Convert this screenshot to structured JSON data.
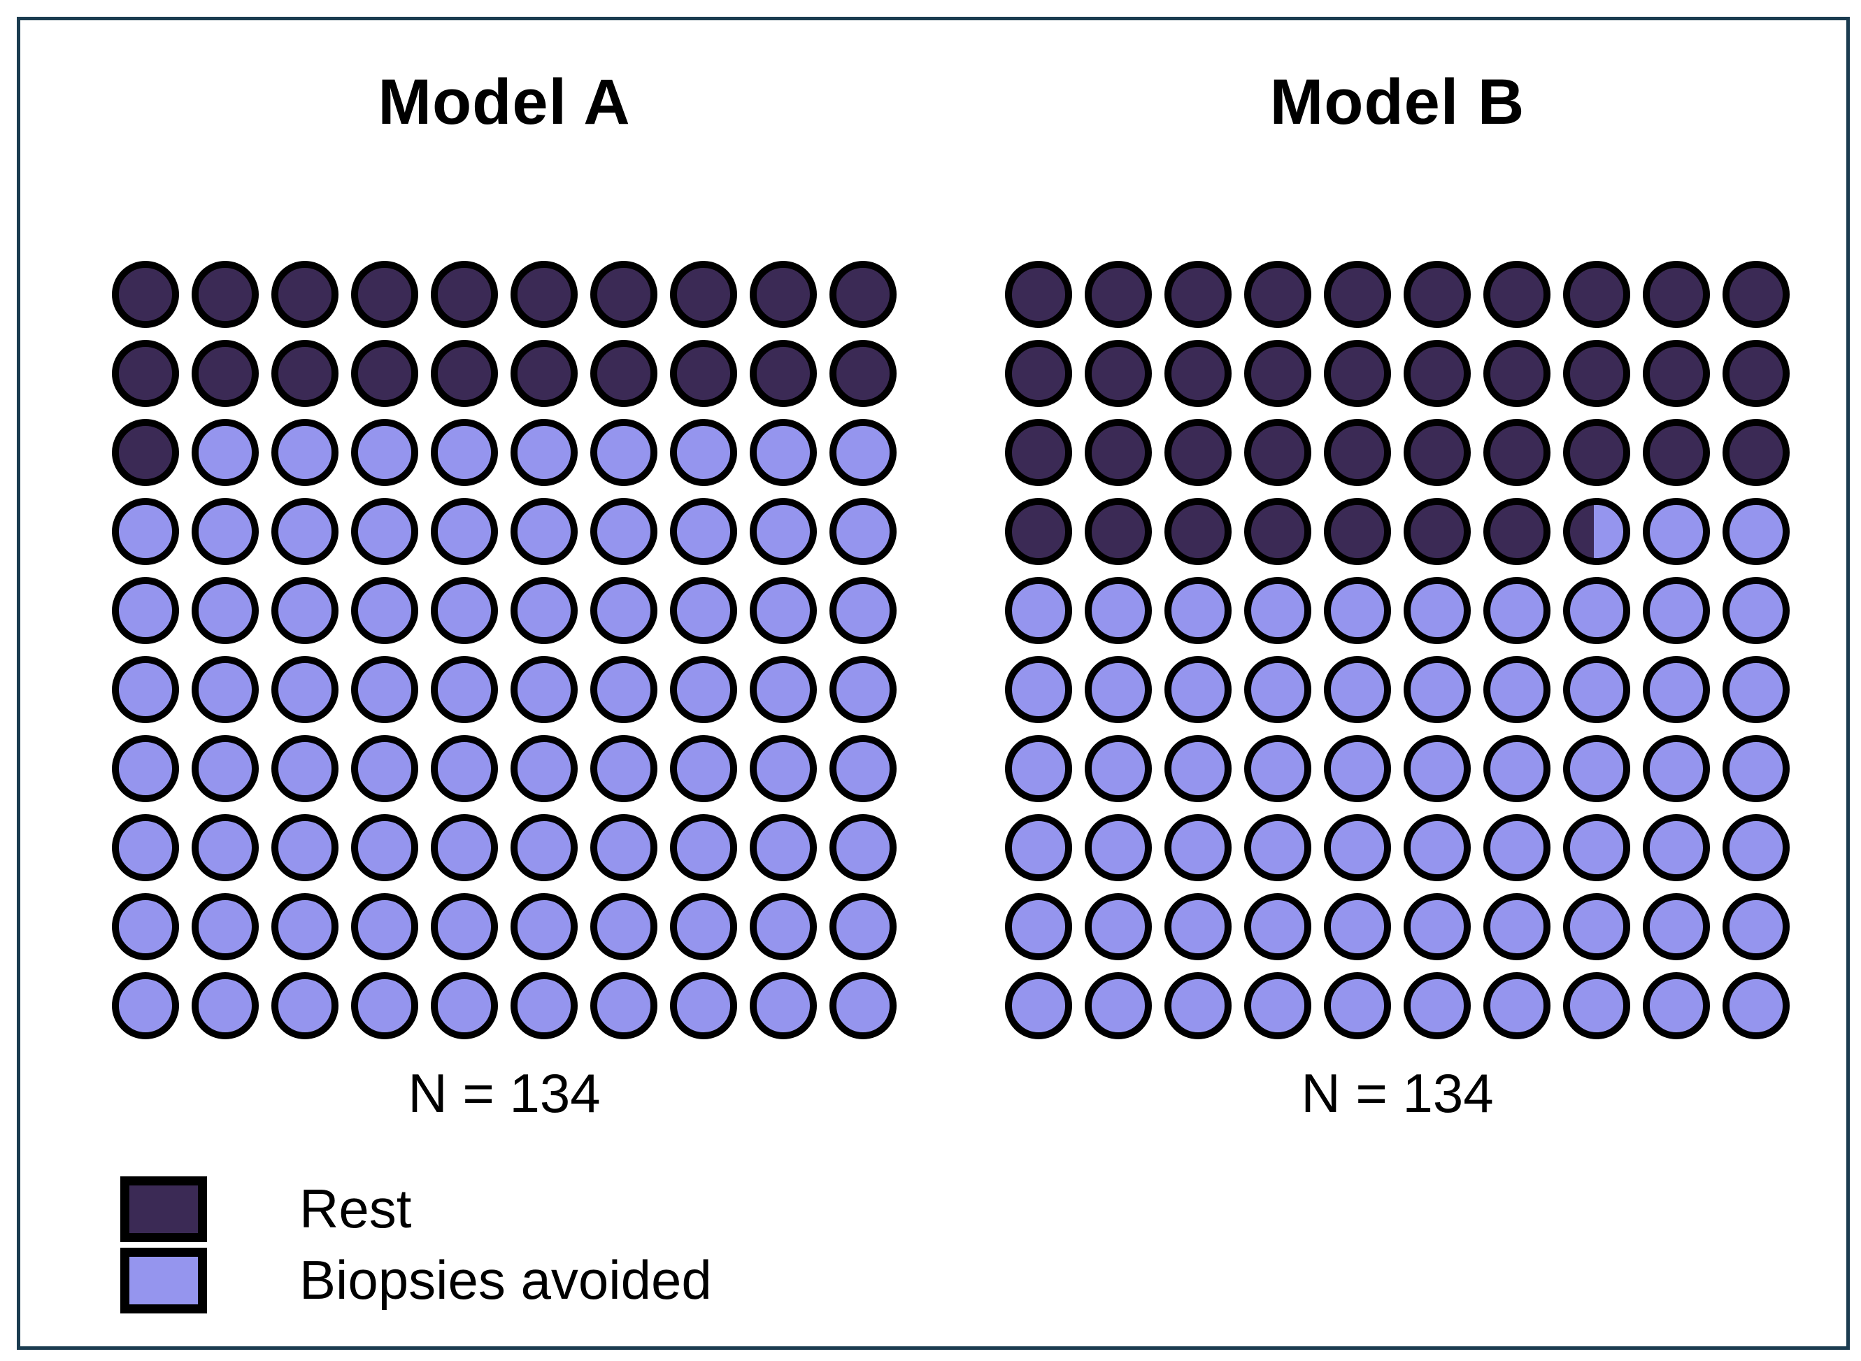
{
  "figure": {
    "background": "#ffffff",
    "border_color": "#1b3c50"
  },
  "chart_data": {
    "type": "waffle",
    "description": "Two 10x10 waffle (isotype dot) grids comparing Model A and Model B. Each grid represents a cohort of N = 134; one circle = 1% of the cohort, filled left-to-right, top-to-bottom. Dark circles = Rest, light circles = Biopsies avoided. Model B row 4 column 8 is a partial circle (~45% dark).",
    "grid": {
      "rows": 10,
      "cols": 10,
      "fill_order": "left-to-right, top-to-bottom"
    },
    "panels": [
      {
        "title": "Model A",
        "n_label": "N = 134",
        "n": 134,
        "rest_units": 21,
        "biopsies_avoided_units": 79
      },
      {
        "title": "Model B",
        "n_label": "N = 134",
        "n": 134,
        "rest_units": 37.45,
        "biopsies_avoided_units": 62.55
      }
    ],
    "legend": [
      {
        "label": "Rest",
        "color": "#3b2a55"
      },
      {
        "label": "Biopsies avoided",
        "color": "#9595ee"
      }
    ],
    "unit_outline_color": "#000000",
    "legend_position": "bottom-left"
  }
}
